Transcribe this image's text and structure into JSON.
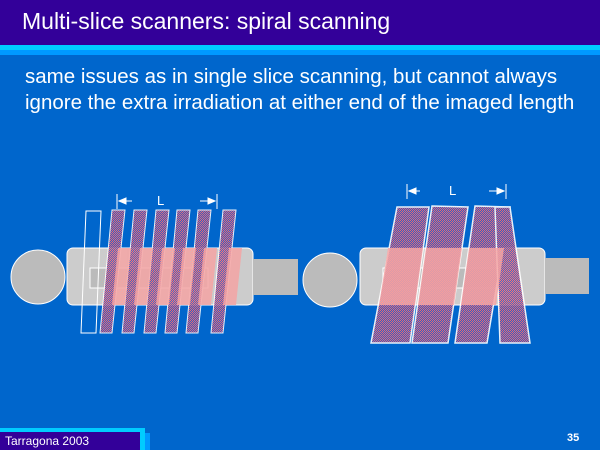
{
  "slide": {
    "title": "Multi-slice scanners: spiral scanning",
    "body": "same issues as in single slice scanning, but cannot always ignore the extra irradiation at either end of the imaged length",
    "footer": "Tarragona 2003",
    "page_number": "35"
  },
  "diagrams": {
    "left_dimension_label": "L",
    "right_dimension_label": "L"
  },
  "colors": {
    "background": "#0066CC",
    "header": "#330099",
    "accent": "#00CCFF",
    "band": "#FF6A6A",
    "body": "#CCCCCC"
  }
}
